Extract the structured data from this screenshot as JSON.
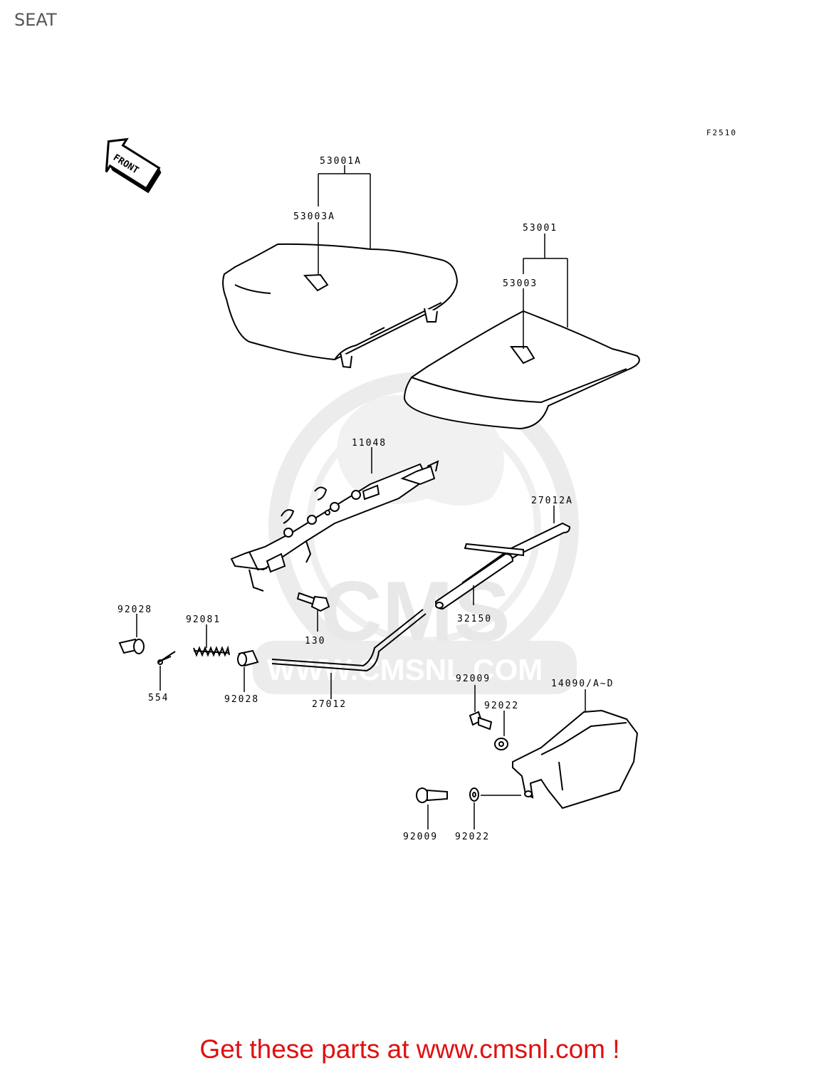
{
  "header": {
    "title": "SEAT"
  },
  "diagram": {
    "figure_code": "F2510",
    "front_label": "FRONT",
    "watermark": {
      "logo_text": "CMS",
      "url_text": "WWW.CMSNL.COM"
    },
    "parts": {
      "p53001A": "53001A",
      "p53003A": "53003A",
      "p53001": "53001",
      "p53003": "53003",
      "p11048": "11048",
      "p27012A": "27012A",
      "p32150": "32150",
      "p130": "130",
      "p92028a": "92028",
      "p92081": "92081",
      "p554": "554",
      "p92028b": "92028",
      "p27012": "27012",
      "p92009a": "92009",
      "p14090": "14090/A~D",
      "p92022a": "92022",
      "p92009b": "92009",
      "p92022b": "92022"
    }
  },
  "footer": {
    "cta_text": "Get these parts at www.cmsnl.com !"
  }
}
